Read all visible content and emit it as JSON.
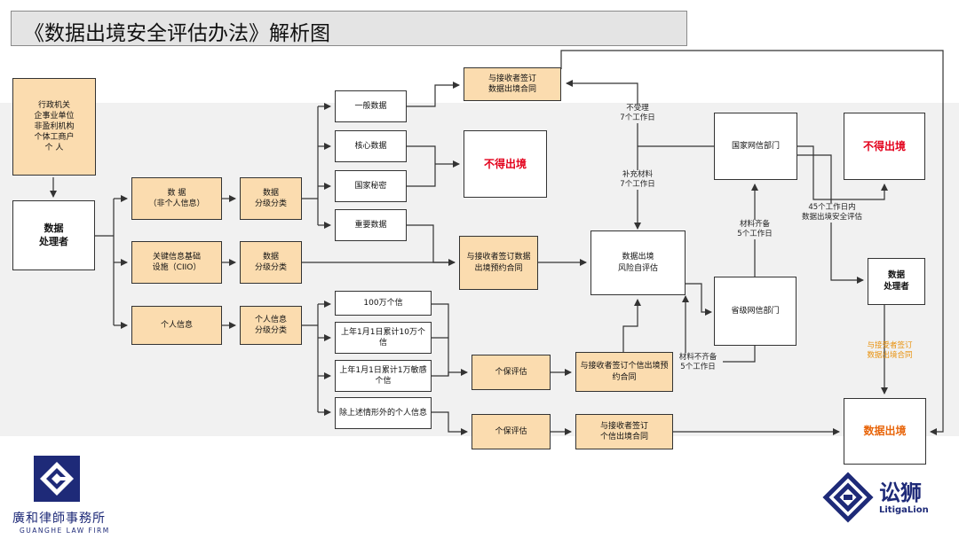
{
  "title": "《数据出境安全评估办法》解析图",
  "colors": {
    "box_fill": "#fbdcaf",
    "stroke": "#333333",
    "forbidden": "#e3001b",
    "export": "#e8650a",
    "brand": "#1e2a78"
  },
  "nodes": {
    "entities": "行政机关\n企事业单位\n非盈利机构\n个体工商户\n个 人",
    "processor": "数据\n处理者",
    "data_nonpersonal": "数  据\n（非个人信息）",
    "ciio": "关键信息基础\n设施（CIIO）",
    "personal_info": "个人信息",
    "classify1": "数据\n分级分类",
    "classify2": "数据\n分级分类",
    "classify3": "个人信息\n分级分类",
    "general_data": "一般数据",
    "core_data": "核心数据",
    "state_secret": "国家秘密",
    "important_data": "重要数据",
    "pi_1m": "100万个信",
    "pi_100k": "上年1月1日累计10万个信",
    "pi_10k_sensitive": "上年1月1日累计1万敏感个信",
    "pi_other": "除上述情形外的个人信息",
    "sign_contract_top": "与接收者签订\n数据出境合同",
    "forbidden_mid": "不得出境",
    "sign_reserve_contract": "与接收者签订数据\n出境预约合同",
    "pi_assess_1": "个保评估",
    "pi_assess_2": "个保评估",
    "sign_pi_reserve": "与接收者签订个信出境预\n约合同",
    "sign_pi_contract": "与接收者签订\n个信出境合同",
    "self_assess": "数据出境\n风险自评估",
    "national_dept": "国家网信部门",
    "provincial_dept": "省级网信部门",
    "forbidden_right": "不得出境",
    "processor_right": "数据\n处理者",
    "export": "数据出境"
  },
  "edge_labels": {
    "not_accepted": "不受理\n7个工作日",
    "supplement": "补充材料\n7个工作日",
    "materials_complete": "材料齐备\n5个工作日",
    "materials_incomplete": "材料不齐备\n5个工作日",
    "assessment_45": "45个工作日内\n数据出境安全评估",
    "sign_export_contract": "与接受者签订\n数据出境合同"
  },
  "logos": {
    "left_cn": "廣和律師事務所",
    "left_en": "GUANGHE LAW FIRM",
    "right_cn": "讼狮",
    "right_en": "LitigaLion"
  }
}
